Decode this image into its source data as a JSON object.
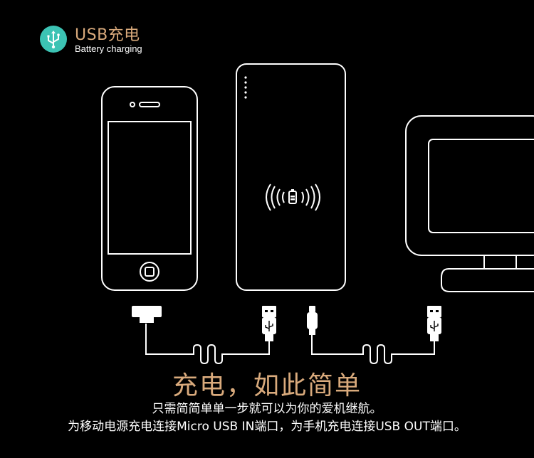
{
  "header": {
    "title": "USB充电",
    "subtitle": "Battery charging",
    "icon": "usb-icon"
  },
  "main": {
    "headline": "充电，如此简单",
    "line1": "只需简简单单一步就可以为你的爱机继航。",
    "line2": "为移动电源充电连接Micro USB IN端口，为手机充电连接USB OUT端口。"
  },
  "colors": {
    "accent": "#d9aa7c",
    "badge": "#3cc3b4",
    "text": "#ffffff",
    "background": "#000000"
  }
}
